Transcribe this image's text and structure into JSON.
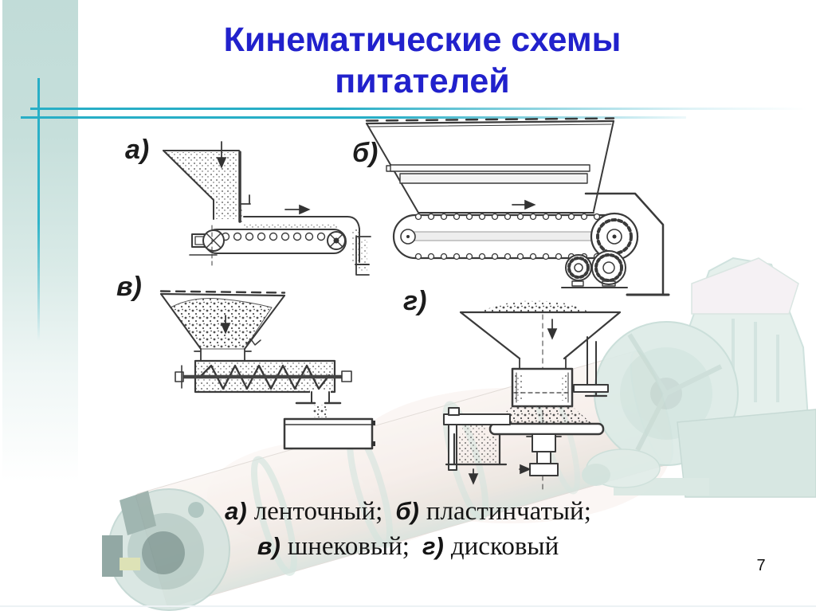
{
  "slide": {
    "title_line1": "Кинематические схемы",
    "title_line2": "питателей",
    "page_number": "7",
    "title_color": "#2121cc",
    "accent_line_color": "#28aec6",
    "band_color": "#c1dcd8"
  },
  "figures": [
    {
      "label": "а)",
      "scheme": "belt-feeder-schematic"
    },
    {
      "label": "б)",
      "scheme": "apron-plate-feeder-schematic"
    },
    {
      "label": "в)",
      "scheme": "screw-feeder-schematic"
    },
    {
      "label": "г)",
      "scheme": "disk-feeder-schematic"
    }
  ],
  "caption": {
    "line1": [
      {
        "label": "а)",
        "text": "ленточный;"
      },
      {
        "label": "б)",
        "text": "пластинчатый;"
      }
    ],
    "line2": [
      {
        "label": "в)",
        "text": "шнековый;"
      },
      {
        "label": "г)",
        "text": "дисковый"
      }
    ]
  }
}
